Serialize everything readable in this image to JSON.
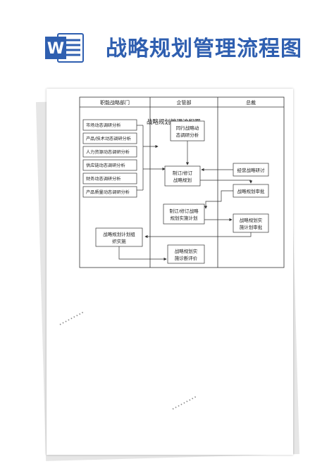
{
  "header": {
    "title": "战略规划管理流程图",
    "logo_letter": "W"
  },
  "table": {
    "columns": [
      "职能战略部门",
      "企管部",
      "总裁"
    ],
    "inner_title": "战略规划管理流程图"
  },
  "dept_items": [
    "市场动态调研分析",
    "产品/技术动态调研分析",
    "人力资源动态调研分析",
    "供应链动态调研分析",
    "财务动态调研分析",
    "产品质量动态调研分析"
  ],
  "nodes": {
    "sync": [
      "同行战略动",
      "态调研分析"
    ],
    "draft": [
      "制订/修订",
      "战略规划"
    ],
    "ceo_review": [
      "经营战略研讨"
    ],
    "approve": [
      "战略规划审批"
    ],
    "impl_plan": [
      "制订/修订战略",
      "规划实施计划"
    ],
    "impl_approve": [
      "战略规划实",
      "施计划审批"
    ],
    "org_impl": [
      "战略规划计划组",
      "织实施"
    ],
    "eval": [
      "战略规划实",
      "施诊断评价"
    ]
  },
  "colors": {
    "brand": "#2f5fb0",
    "line": "#333333"
  }
}
